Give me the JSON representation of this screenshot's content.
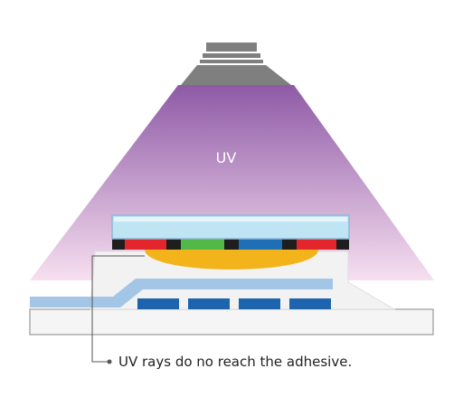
{
  "labels": {
    "uv": "UV",
    "callout": "UV rays do no reach the adhesive."
  },
  "colors": {
    "beam_top": "#8e5aa6",
    "beam_bottom": "#f7dff0",
    "lamp": "#7f7f7f",
    "glass": "#bfe4f4",
    "glass_edge": "#8fb8d6",
    "adhesive": "#f3b41b",
    "filter_black": "#1e1e1e",
    "filter_red": "#e3262b",
    "filter_green": "#52b848",
    "filter_blue": "#1f6fb7",
    "trace": "#a3c6e6",
    "pad": "#1e63ad",
    "substrate_fill": "#f5f5f5",
    "substrate_edge": "#9a9a9a",
    "leader": "#555555"
  },
  "filter_sequence": [
    "black",
    "red",
    "black",
    "green",
    "black",
    "blue",
    "black",
    "red",
    "black"
  ]
}
